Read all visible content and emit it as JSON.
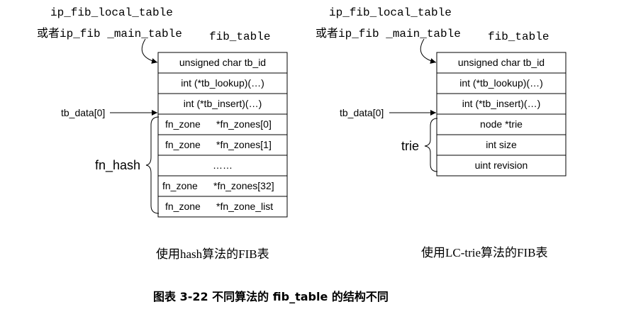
{
  "left": {
    "header_line1": "ip_fib_local_table",
    "header_line2": "或者ip_fib _main_table",
    "struct_label": "fib_table",
    "pointer_label": "tb_data[0]",
    "brace_label": "fn_hash",
    "rows": [
      "unsigned char tb_id",
      "int (*tb_lookup)(…)",
      "int (*tb_insert)(…)"
    ],
    "zone_rows": [
      {
        "type": "fn_zone",
        "field": "*fn_zones[0]"
      },
      {
        "type": "fn_zone",
        "field": "*fn_zones[1]"
      },
      {
        "type": "",
        "field": "……"
      },
      {
        "type": "fn_zone",
        "field": "*fn_zones[32]"
      },
      {
        "type": "fn_zone",
        "field": "*fn_zone_list"
      }
    ],
    "subcaption": "使用hash算法的FIB表"
  },
  "right": {
    "header_line1": "ip_fib_local_table",
    "header_line2": "或者ip_fib _main_table",
    "struct_label": "fib_table",
    "pointer_label": "tb_data[0]",
    "brace_label": "trie",
    "rows": [
      "unsigned char tb_id",
      "int (*tb_lookup)(…)",
      "int (*tb_insert)(…)",
      "node *trie",
      "int size",
      "uint revision"
    ],
    "subcaption": "使用LC-trie算法的FIB表"
  },
  "figure_caption": "图表 3-22 不同算法的 fib_table 的结构不同"
}
